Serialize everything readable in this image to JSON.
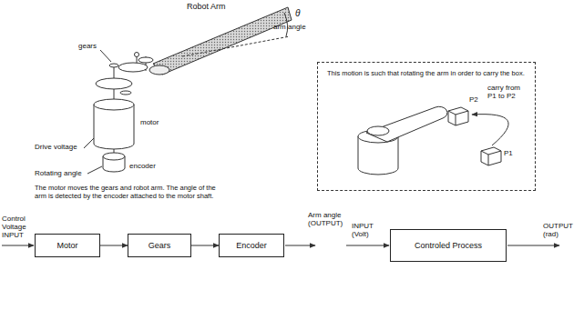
{
  "diagram": {
    "nodes": [
      {
        "text": [
          "This motion is such that rotating the arm in order to carry the box."
        ]
      },
      {
        "text": [
          "Motor"
        ]
      },
      {
        "text": [
          "Gears"
        ]
      },
      {
        "text": [
          "Encoder"
        ]
      },
      {
        "text": [
          "Controled Process"
        ]
      }
    ],
    "edges": [
      {
        "from": 1,
        "to": 2,
        "arrow": "to"
      },
      {
        "from": 2,
        "to": 3,
        "arrow": "to"
      }
    ],
    "labels": [
      "Robot Arm",
      "θ",
      "arm angle",
      "gears",
      "motor",
      "Drive voltage",
      "encoder",
      "Rotating angle",
      "The motor moves the gears and robot arm. The angle of the arm is detected by the encoder attached to the motor shaft.",
      "P2",
      "P1",
      "carry from P1 to P2",
      "Control Voltage INPUT",
      "Arm angle (OUTPUT)",
      "INPUT (Volt)",
      "OUTPUT (rad)"
    ]
  }
}
